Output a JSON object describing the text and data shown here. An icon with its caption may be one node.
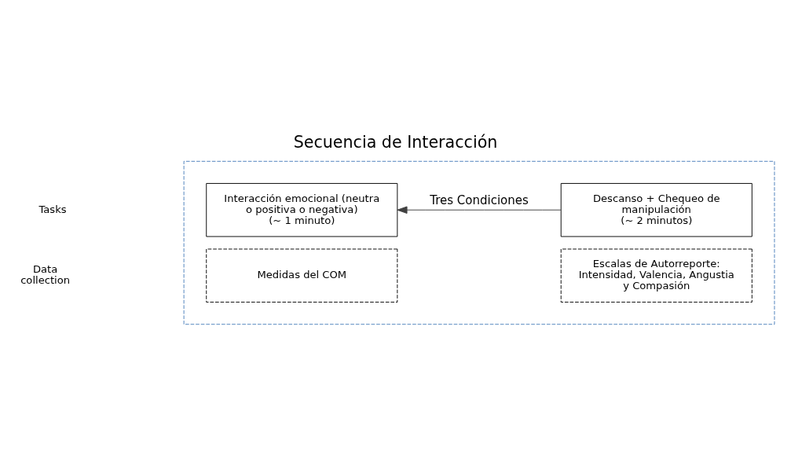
{
  "diagram": {
    "title": "Secuencia de Interacción",
    "nodes": [
      {
        "text": [],
        "shape": "box"
      },
      {
        "text": [
          "Interacción emocional (neutra o positiva o negativa)",
          "(~ 1 minuto)"
        ],
        "in": 0
      },
      {
        "text": [
          "Medidas del COM"
        ],
        "in": 0
      },
      {
        "text": [
          "Descanso + Chequeo de manipulación",
          "(~ 2 minutos)"
        ],
        "in": 0
      },
      {
        "text": [
          "Escalas de Autorreporte: Intensidad, Valencia, Angustia y Compasión"
        ],
        "in": 0
      }
    ],
    "edges": [
      {
        "from": 3,
        "to": 1,
        "arrow": "to",
        "label": "Tres Condiciones"
      }
    ],
    "labels": [
      "Tasks",
      "Data collection"
    ]
  }
}
